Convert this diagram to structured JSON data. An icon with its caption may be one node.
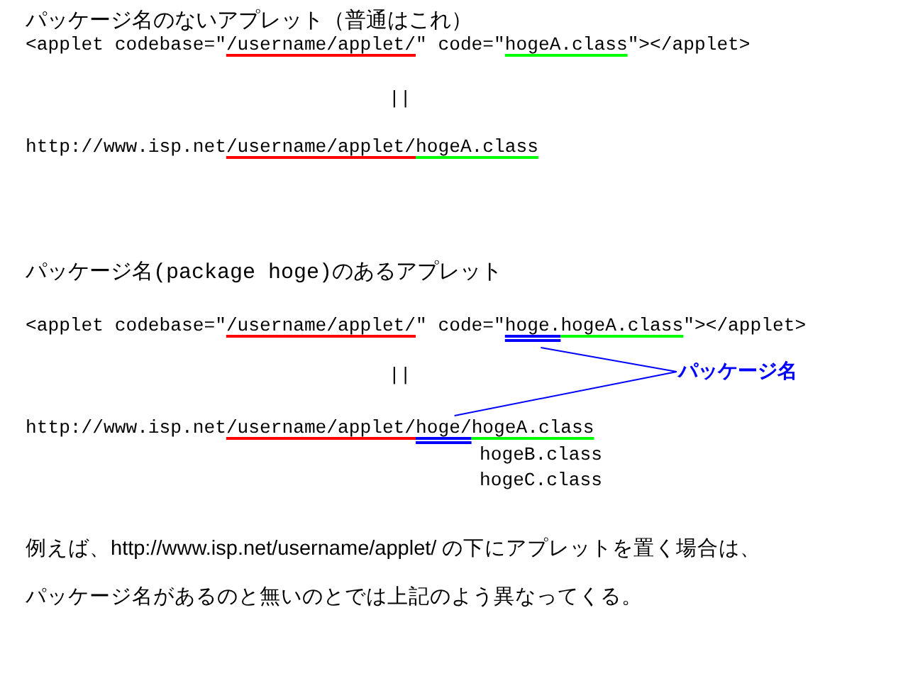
{
  "diagram": {
    "nodes": [
      {
        "text": [
          "<applet codebase=\"/username/applet/\" code=\"hoge.hogeA.class\"></applet>"
        ]
      },
      {
        "text": [
          "パッケージ名"
        ]
      },
      {
        "text": [
          "http://www.isp.net/username/applet/hoge/hogeA.class"
        ]
      }
    ],
    "edges": [
      {
        "from": 1,
        "to": 0,
        "arrow": "none"
      },
      {
        "from": 1,
        "to": 2,
        "arrow": "none"
      }
    ],
    "labels": [
      "パッケージ名のないアプレット（普通はこれ）",
      "<applet codebase=\"/username/applet/\" code=\"hogeA.class\"></applet>",
      "||",
      "http://www.isp.net/username/applet/hogeA.class",
      "パッケージ名(package hoge)のあるアプレット",
      "||",
      "hogeB.class",
      "hogeC.class",
      "例えば、http://www.isp.net/username/applet/ の下にアプレットを置く場合は、",
      "パッケージ名があるのと無いのとでは上記のよう異なってくる。"
    ]
  }
}
